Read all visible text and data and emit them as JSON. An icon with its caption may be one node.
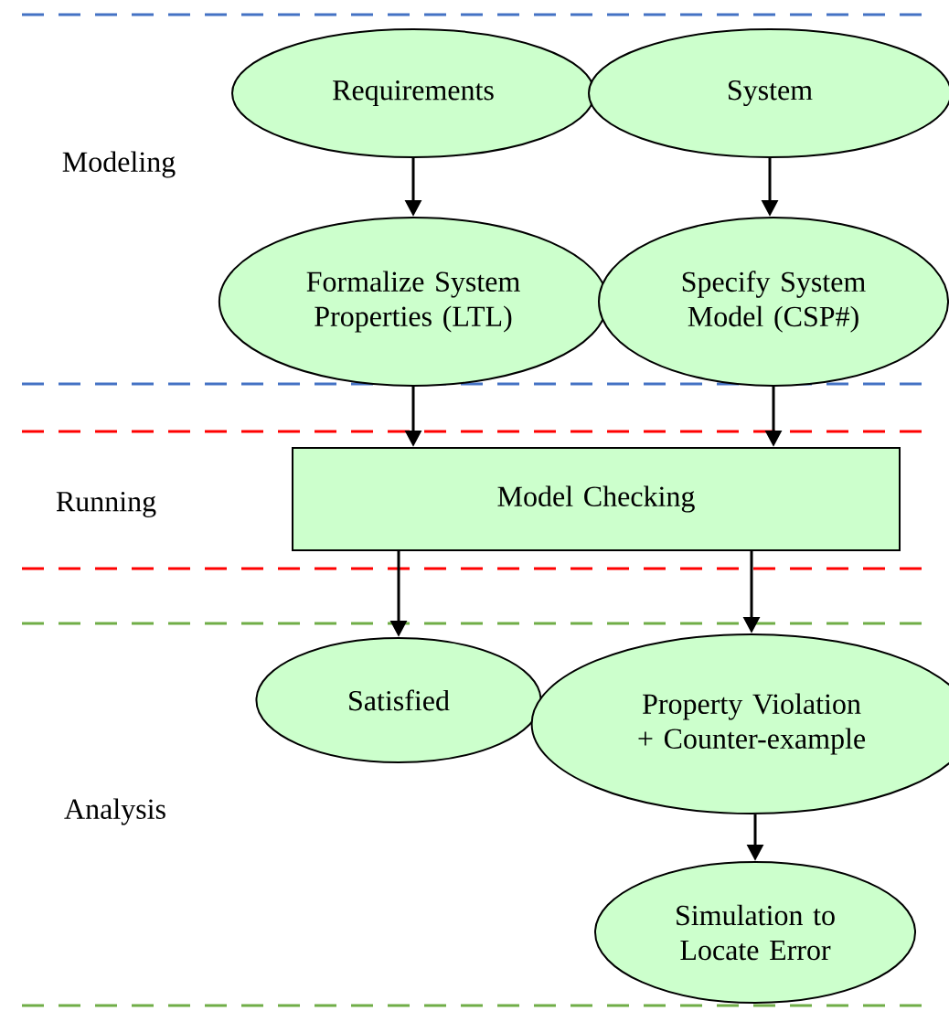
{
  "diagram": {
    "nodes": [
      {
        "text": [
          "Requirements"
        ]
      },
      {
        "text": [
          "System"
        ]
      },
      {
        "text": [
          "Formalize System Properties (LTL)"
        ]
      },
      {
        "text": [
          "Specify System Model (CSP#)"
        ]
      },
      {
        "text": [
          "Model Checking"
        ]
      },
      {
        "text": [
          "Satisfied"
        ]
      },
      {
        "text": [
          "Property Violation + Counter-example"
        ]
      },
      {
        "text": [
          "Simulation to Locate Error"
        ]
      }
    ],
    "edges": [
      {
        "from": 0,
        "to": 2,
        "arrow": "to"
      },
      {
        "from": 1,
        "to": 3,
        "arrow": "to"
      },
      {
        "from": 2,
        "to": 4,
        "arrow": "to"
      },
      {
        "from": 3,
        "to": 4,
        "arrow": "to"
      },
      {
        "from": 4,
        "to": 5,
        "arrow": "to"
      },
      {
        "from": 4,
        "to": 6,
        "arrow": "to"
      },
      {
        "from": 6,
        "to": 7,
        "arrow": "to"
      }
    ],
    "labels": [
      "Modeling",
      "Running",
      "Analysis"
    ]
  }
}
